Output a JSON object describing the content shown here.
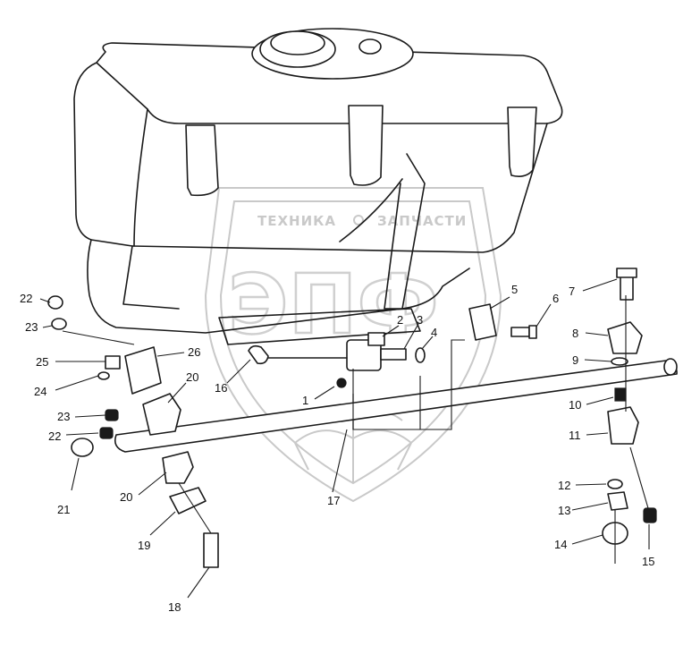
{
  "watermark": {
    "caption": "ТЕХНИКА",
    "caption2": "ЗАПЧАСТИ",
    "monogram": "ЭПФ"
  },
  "callouts": [
    "1",
    "2",
    "3",
    "4",
    "5",
    "6",
    "7",
    "8",
    "9",
    "10",
    "11",
    "12",
    "13",
    "14",
    "15",
    "16",
    "17",
    "18",
    "19",
    "20",
    "20",
    "21",
    "22",
    "22",
    "23",
    "23",
    "24",
    "25",
    "26"
  ],
  "colors": {
    "ink": "#1a1a1a",
    "watermark": "#c9c9c9",
    "background": "#ffffff"
  }
}
